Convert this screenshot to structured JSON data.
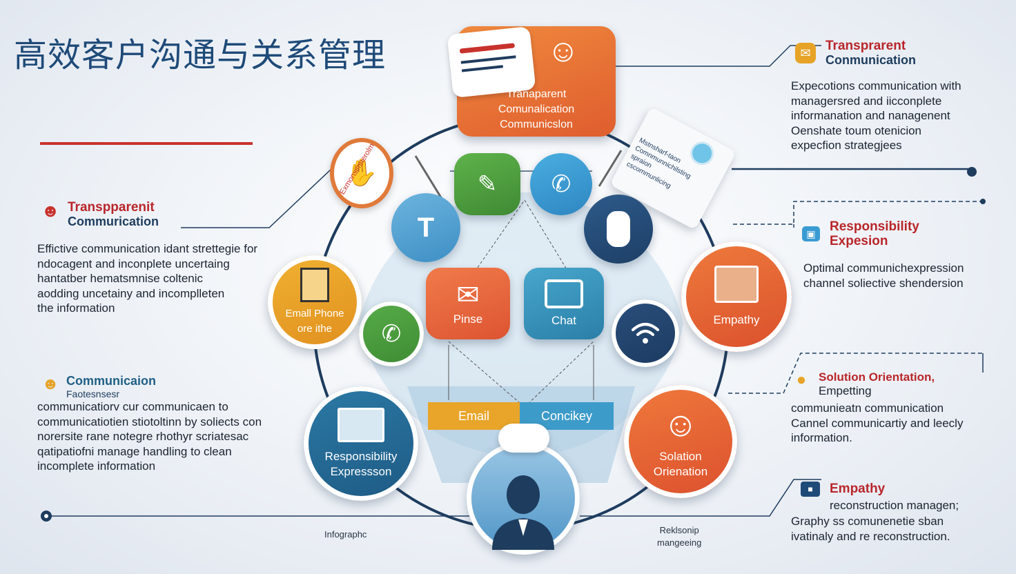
{
  "title": "高效客户沟通与关系管理",
  "colors": {
    "orange": "#e8783a",
    "red_orange": "#e0553a",
    "green": "#4a9a3c",
    "blue": "#3a9bd2",
    "navy": "#1e4a78",
    "teal": "#2a7fa8",
    "yellow": "#e6a326",
    "accent_red": "#b9262a"
  },
  "top_card": {
    "icon": "person-headset-icon",
    "lines": [
      "Tranaparent",
      "Comunalication",
      "Communicslon"
    ]
  },
  "right_card": {
    "icon": "network-nodes-icon",
    "lines": [
      "Mstnsharf-taon",
      "Comnmunnichilsting",
      "spraion",
      "cscommunlicing"
    ]
  },
  "left_tag": {
    "icon": "hand-pointer-icon",
    "text": "Exmonsimnerolm"
  },
  "left_sections": [
    {
      "icon": "people-icon",
      "title": "Transpparenit",
      "subtitle": "Commurication",
      "body": "Effictive communication idant strettegie for\n ndocagent and inconplete uncertaing\nhantatber hematsmnise coltenic\naodding uncetainy and incomplleten\n the information"
    },
    {
      "icon": "person-gold-icon",
      "title": "Communicaion",
      "subtitle": "Faotesnsesr",
      "body": "communicatiorv cur communicaen to\ncommunicatiotien stiotoltinn by soliects con\nnorersite rane notegre rhothyr scriatesac\nqatipatiofni manage handling to clean\nincomplete information"
    }
  ],
  "right_sections": [
    {
      "icon": "chat-yellow-icon",
      "title": "Transprarent",
      "subtitle": "Conmunication",
      "body": "Expecotions communication with\nmanagersred and iicconplete\ninformanation and nanagenent\nOenshate  toum otenicion\nexpecfion strategjees"
    },
    {
      "icon": "message-blue-icon",
      "title": "Responsibility",
      "subtitle": "Expesion",
      "body": "Optimal communichexpression\nchannel soliective shendersion"
    },
    {
      "icon": "lightbulb-icon",
      "title": "Solution Orientation,",
      "subtitle": "Empetting",
      "body": "communieatn communication\nCannel communicartiy and leecly\ninformation."
    },
    {
      "icon": "camera-icon",
      "title": "Empathy",
      "subtitle": "reconstruction managen;",
      "body": "Graphy ss comunenetie sban\nivatinaly and re reconstruction."
    }
  ],
  "hub": {
    "green_tile": {
      "icon": "pen-icon"
    },
    "blue_bubble": {
      "icon": "phone-icon"
    },
    "left_bubble": {
      "label": "T"
    },
    "navy_bubble": {
      "icon": "mouse-icon"
    },
    "email_tile": {
      "icon": "envelope-icon",
      "label": "Pinse"
    },
    "chat_tile": {
      "icon": "chat-screen-icon",
      "label": "Chat"
    },
    "phone_bubble": {
      "icon": "phone-icon"
    },
    "wifi_bubble": {
      "icon": "wifi-icon"
    },
    "bar_left": "Email",
    "bar_right": "Concikey"
  },
  "circles": {
    "yellow": {
      "icon": "document-icon",
      "lines": [
        "Emall Phone",
        "ore ithe"
      ]
    },
    "empathy": {
      "icon": "open-book-icon",
      "label": "Empathy"
    },
    "responsibility": {
      "icon": "laptop-icon",
      "lines": [
        "Responsibility",
        "Expressson"
      ]
    },
    "solution": {
      "icon": "person-meditate-icon",
      "lines": [
        "Solation",
        "Orienation"
      ]
    },
    "bottom": {
      "icon": "person-suit-icon"
    }
  },
  "footer_left": "Infographc",
  "footer_right": [
    "Reklsonip",
    "mangeeing"
  ]
}
